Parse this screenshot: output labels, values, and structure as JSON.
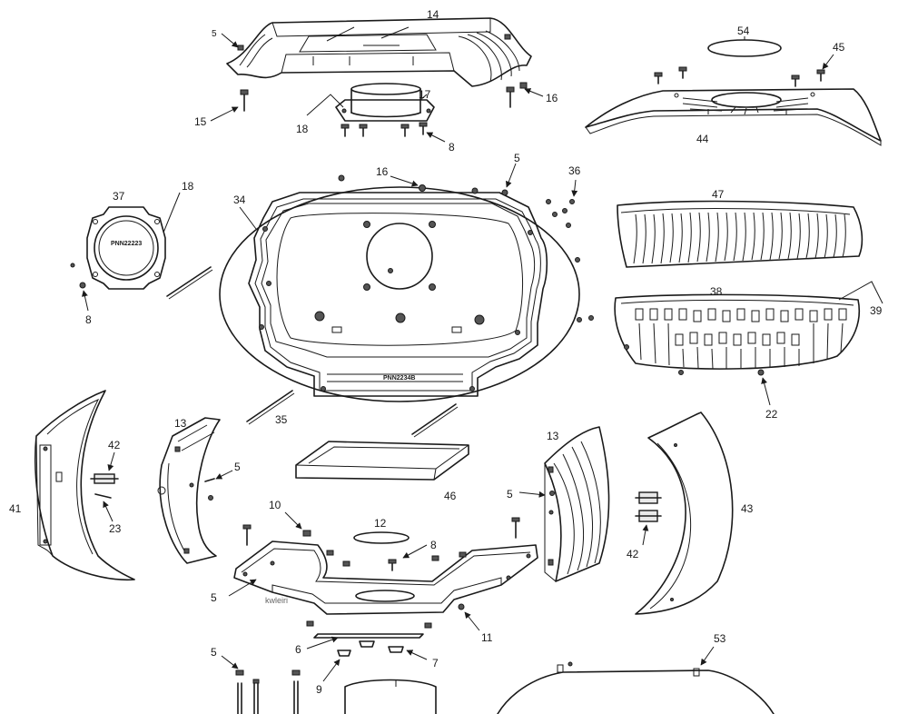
{
  "callouts": {
    "n14": "14",
    "n5a": "5",
    "n54": "54",
    "n45": "45",
    "n15": "15",
    "n17": "17",
    "n16a": "16",
    "n18a": "18",
    "n8a": "8",
    "n44": "44",
    "n16b": "16",
    "n5b": "5",
    "n36": "36",
    "n37": "37",
    "n18b": "18",
    "n34": "34",
    "n47": "47",
    "n38": "38",
    "n39": "39",
    "n8b": "8",
    "n22": "22",
    "n35": "35",
    "n13a": "13",
    "n13b": "13",
    "n42a": "42",
    "n5c": "5",
    "n41": "41",
    "n23": "23",
    "n46": "46",
    "n5d": "5",
    "n43": "43",
    "n10": "10",
    "n12": "12",
    "n8c": "8",
    "n42b": "42",
    "n5e": "5",
    "n11": "11",
    "n6": "6",
    "n7": "7",
    "n53": "53",
    "n5f": "5",
    "n9": "9"
  },
  "engravings": {
    "part37": "PNN22223",
    "part34": "PNN2234B"
  },
  "watermark": "kwleiri"
}
